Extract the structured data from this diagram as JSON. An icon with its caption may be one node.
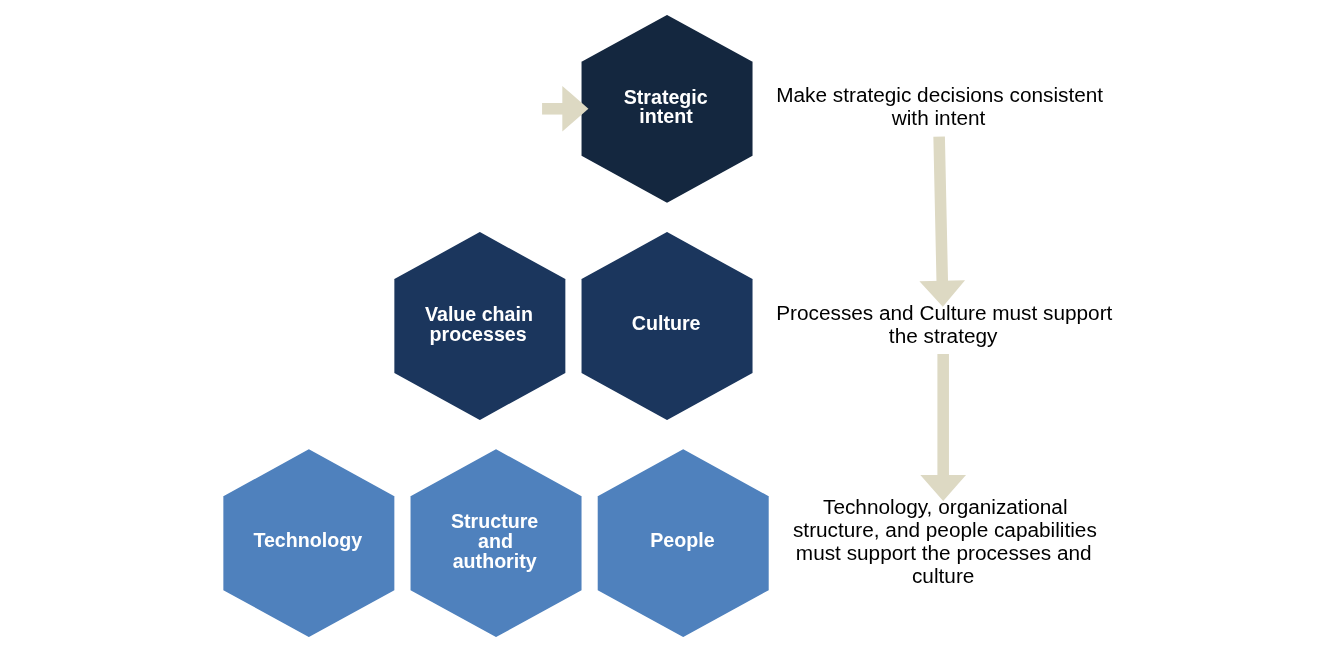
{
  "diagram": {
    "nodes": [
      {
        "text": [
          "Strategic intent"
        ]
      },
      {
        "text": [
          "Value chain processes"
        ]
      },
      {
        "text": [
          "Culture"
        ]
      },
      {
        "text": [
          "Technology"
        ]
      },
      {
        "text": [
          "Structure and authority"
        ]
      },
      {
        "text": [
          "People"
        ]
      },
      {
        "text": [
          "Make strategic decisions consistent with intent"
        ]
      },
      {
        "text": [
          "Processes and Culture must support the strategy"
        ]
      },
      {
        "text": [
          "Technology, organizational structure, and people capabilities must support the processes and culture"
        ]
      }
    ],
    "edges": [
      {
        "from": null,
        "to": 0,
        "arrow": "to"
      },
      {
        "from": 6,
        "to": 7,
        "arrow": "to"
      },
      {
        "from": 7,
        "to": 8,
        "arrow": "to"
      }
    ]
  }
}
